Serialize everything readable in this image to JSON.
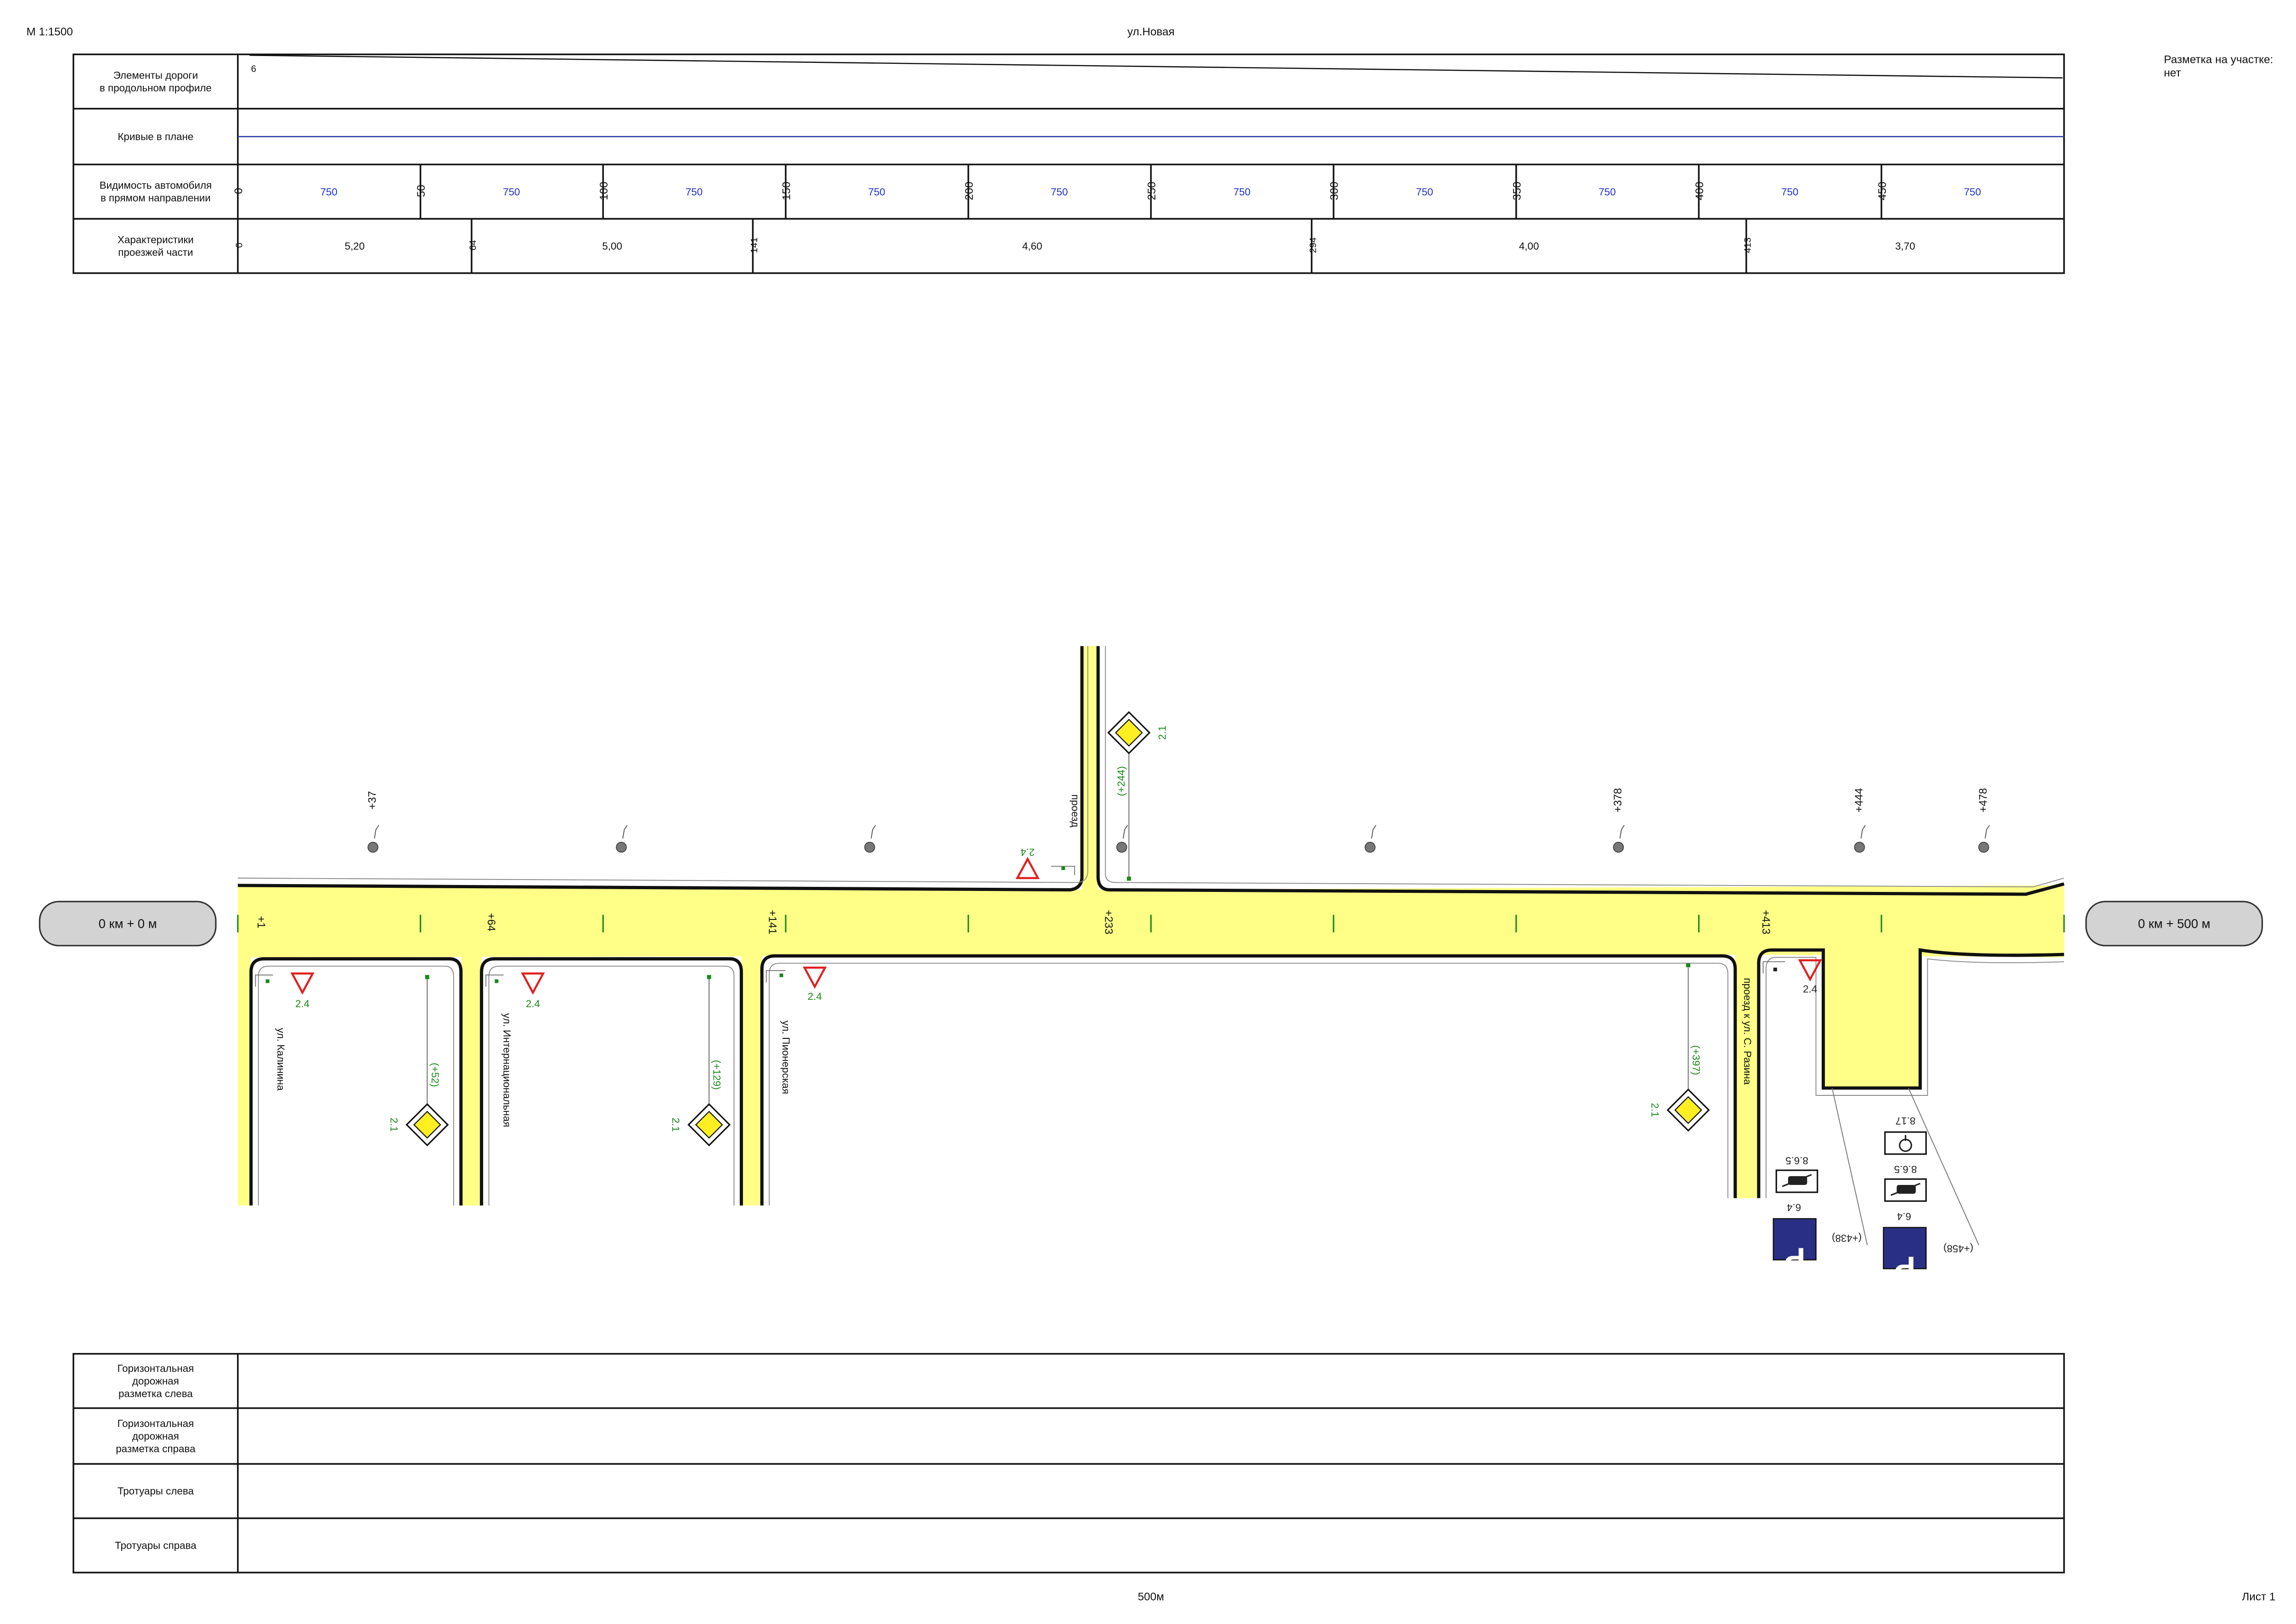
{
  "header": {
    "scale": "М 1:1500",
    "street": "ул.Новая",
    "marking_label": "Разметка на участке:",
    "marking_value": "нет"
  },
  "footer": {
    "length": "500м",
    "sheet": "Лист 1"
  },
  "top_table": {
    "rows": [
      "Элементы дороги\nв продольном профиле",
      "Кривые в плане",
      "Видимость автомобиля\nв прямом направлении",
      "Характеристики\nпроезжей части"
    ],
    "profile_value": "6",
    "visibility": [
      {
        "station": "0",
        "value": "750"
      },
      {
        "station": "50",
        "value": "750"
      },
      {
        "station": "100",
        "value": "750"
      },
      {
        "station": "150",
        "value": "750"
      },
      {
        "station": "200",
        "value": "750"
      },
      {
        "station": "250",
        "value": "750"
      },
      {
        "station": "300",
        "value": "750"
      },
      {
        "station": "350",
        "value": "750"
      },
      {
        "station": "400",
        "value": "750"
      },
      {
        "station": "450",
        "value": "750"
      }
    ],
    "widths": [
      {
        "start": "0",
        "end": 64,
        "value": "5,20"
      },
      {
        "start": "64",
        "end": 141,
        "value": "5,00"
      },
      {
        "start": "141",
        "end": 294,
        "value": "4,60"
      },
      {
        "start": "294",
        "end": 413,
        "value": "4,00"
      },
      {
        "start": "413",
        "end": 500,
        "value": "3,70"
      }
    ]
  },
  "bottom_table": {
    "rows": [
      "Горизонтальная\nдорожная\nразметка слева",
      "Горизонтальная\nдорожная\nразметка справа",
      "Тротуары слева",
      "Тротуары справа"
    ]
  },
  "plan": {
    "km_start": "0 км + 0 м",
    "km_end": "0 км + 500 м",
    "station_ticks": [
      "+1",
      "+64",
      "+141",
      "+233",
      "+413"
    ],
    "lamp_stations": [
      "+37",
      "+378",
      "+444",
      "+478"
    ],
    "side_streets": [
      {
        "name": "ул. Калинина"
      },
      {
        "name": "ул. Интернациональная"
      },
      {
        "name": "ул. Пионерская"
      },
      {
        "name": "проезд"
      },
      {
        "name": "проезд к ул. С. Разина"
      }
    ],
    "signs": {
      "main_road": "2.1",
      "give_way": "2.4",
      "parking": "6.4",
      "parking_method": "8.6.5",
      "disabled": "8.17",
      "main_road_stations": [
        "(+52)",
        "(+129)",
        "(+244)",
        "(+397)"
      ],
      "parking_stations": [
        "(+438)",
        "(+458)"
      ]
    }
  },
  "colors": {
    "carriageway": "#ffff88",
    "road_edge": "#111111",
    "visibility_text": "#1f2ecc",
    "curve_line": "#2a3aa8",
    "km_box": "#d3d3d3",
    "main_road_sign": "#ffee22",
    "give_way_sign": "#e02020",
    "parking_sign": "#2a2f86",
    "sign_code": "#1a8a1a"
  },
  "icons": [
    "main-road-sign",
    "give-way-sign",
    "parking-sign",
    "parking-method-plate",
    "disabled-plate",
    "street-lamp"
  ]
}
